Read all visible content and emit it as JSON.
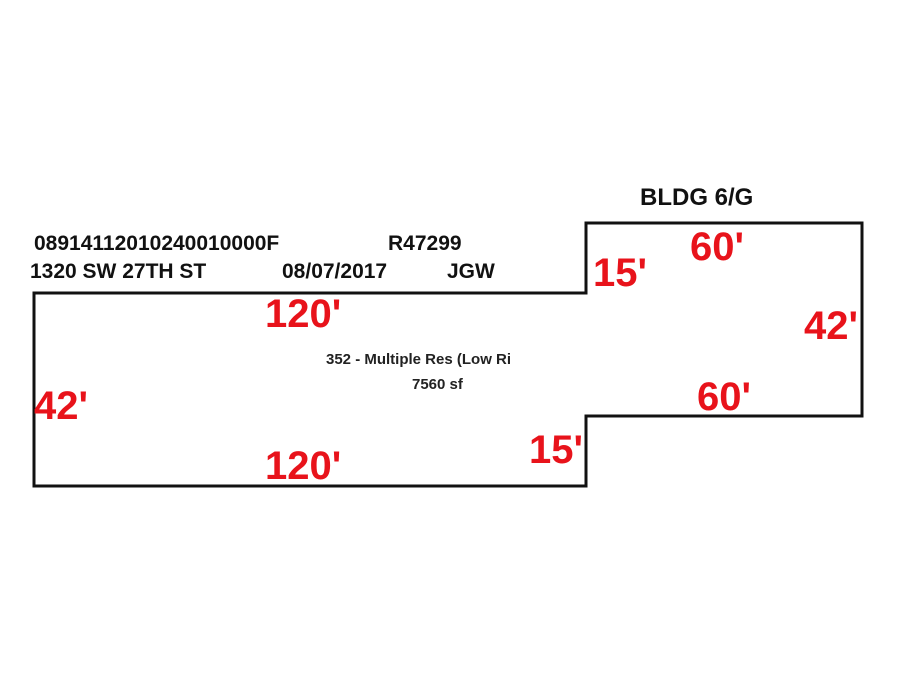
{
  "header": {
    "building": "BLDG 6/G",
    "parcel_id": "08914112010240010000F",
    "record_id": "R47299",
    "address": "1320 SW 27TH ST",
    "date": "08/07/2017",
    "initials": "JGW"
  },
  "area": {
    "use_code": "352 - Multiple Res (Low Ri",
    "square_feet": "7560 sf"
  },
  "dimensions": {
    "left_top": "120'",
    "left_bottom": "120'",
    "left_side": "42'",
    "step_upper": "15'",
    "step_lower": "15'",
    "right_top": "60'",
    "right_bottom": "60'",
    "right_side": "42'"
  },
  "colors": {
    "outline": "#111111",
    "dimension_text": "#e8131b",
    "label_text": "#111111"
  }
}
